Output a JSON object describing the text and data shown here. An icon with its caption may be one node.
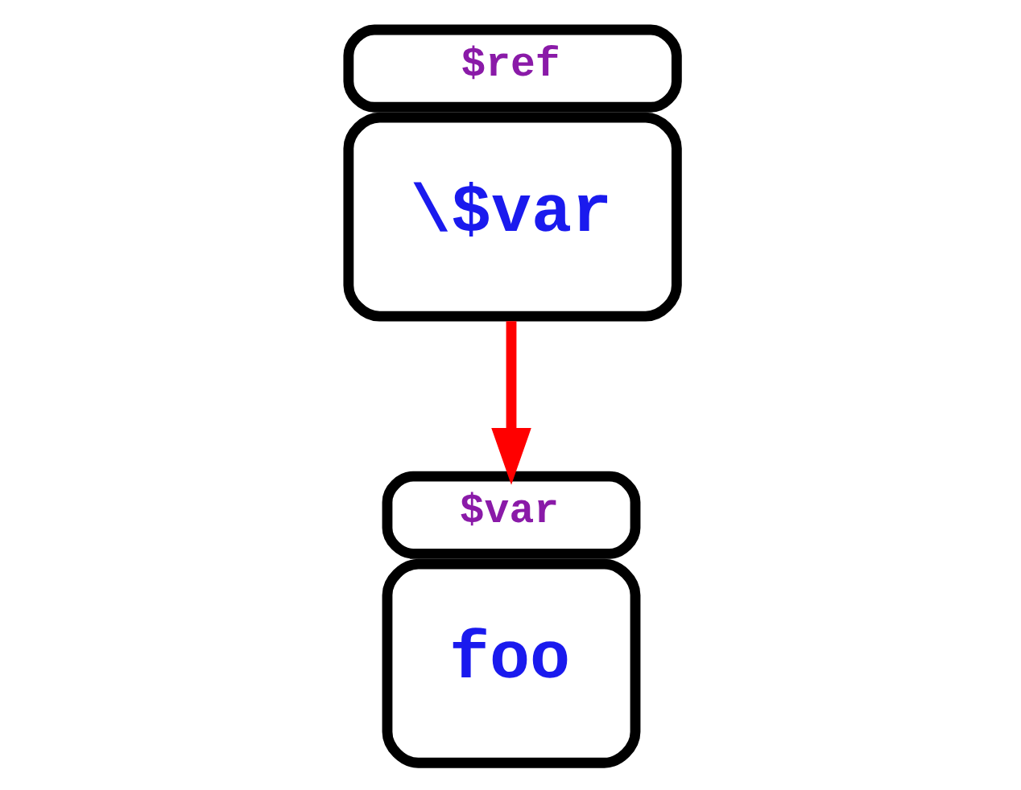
{
  "diagram": {
    "nodes": [
      {
        "text": [
          "$ref",
          "\\$var"
        ]
      },
      {
        "text": [
          "$var",
          "foo"
        ]
      }
    ],
    "edges": [
      {
        "from": 0,
        "to": 1,
        "arrow": "to",
        "color": "#ff0000"
      }
    ]
  }
}
